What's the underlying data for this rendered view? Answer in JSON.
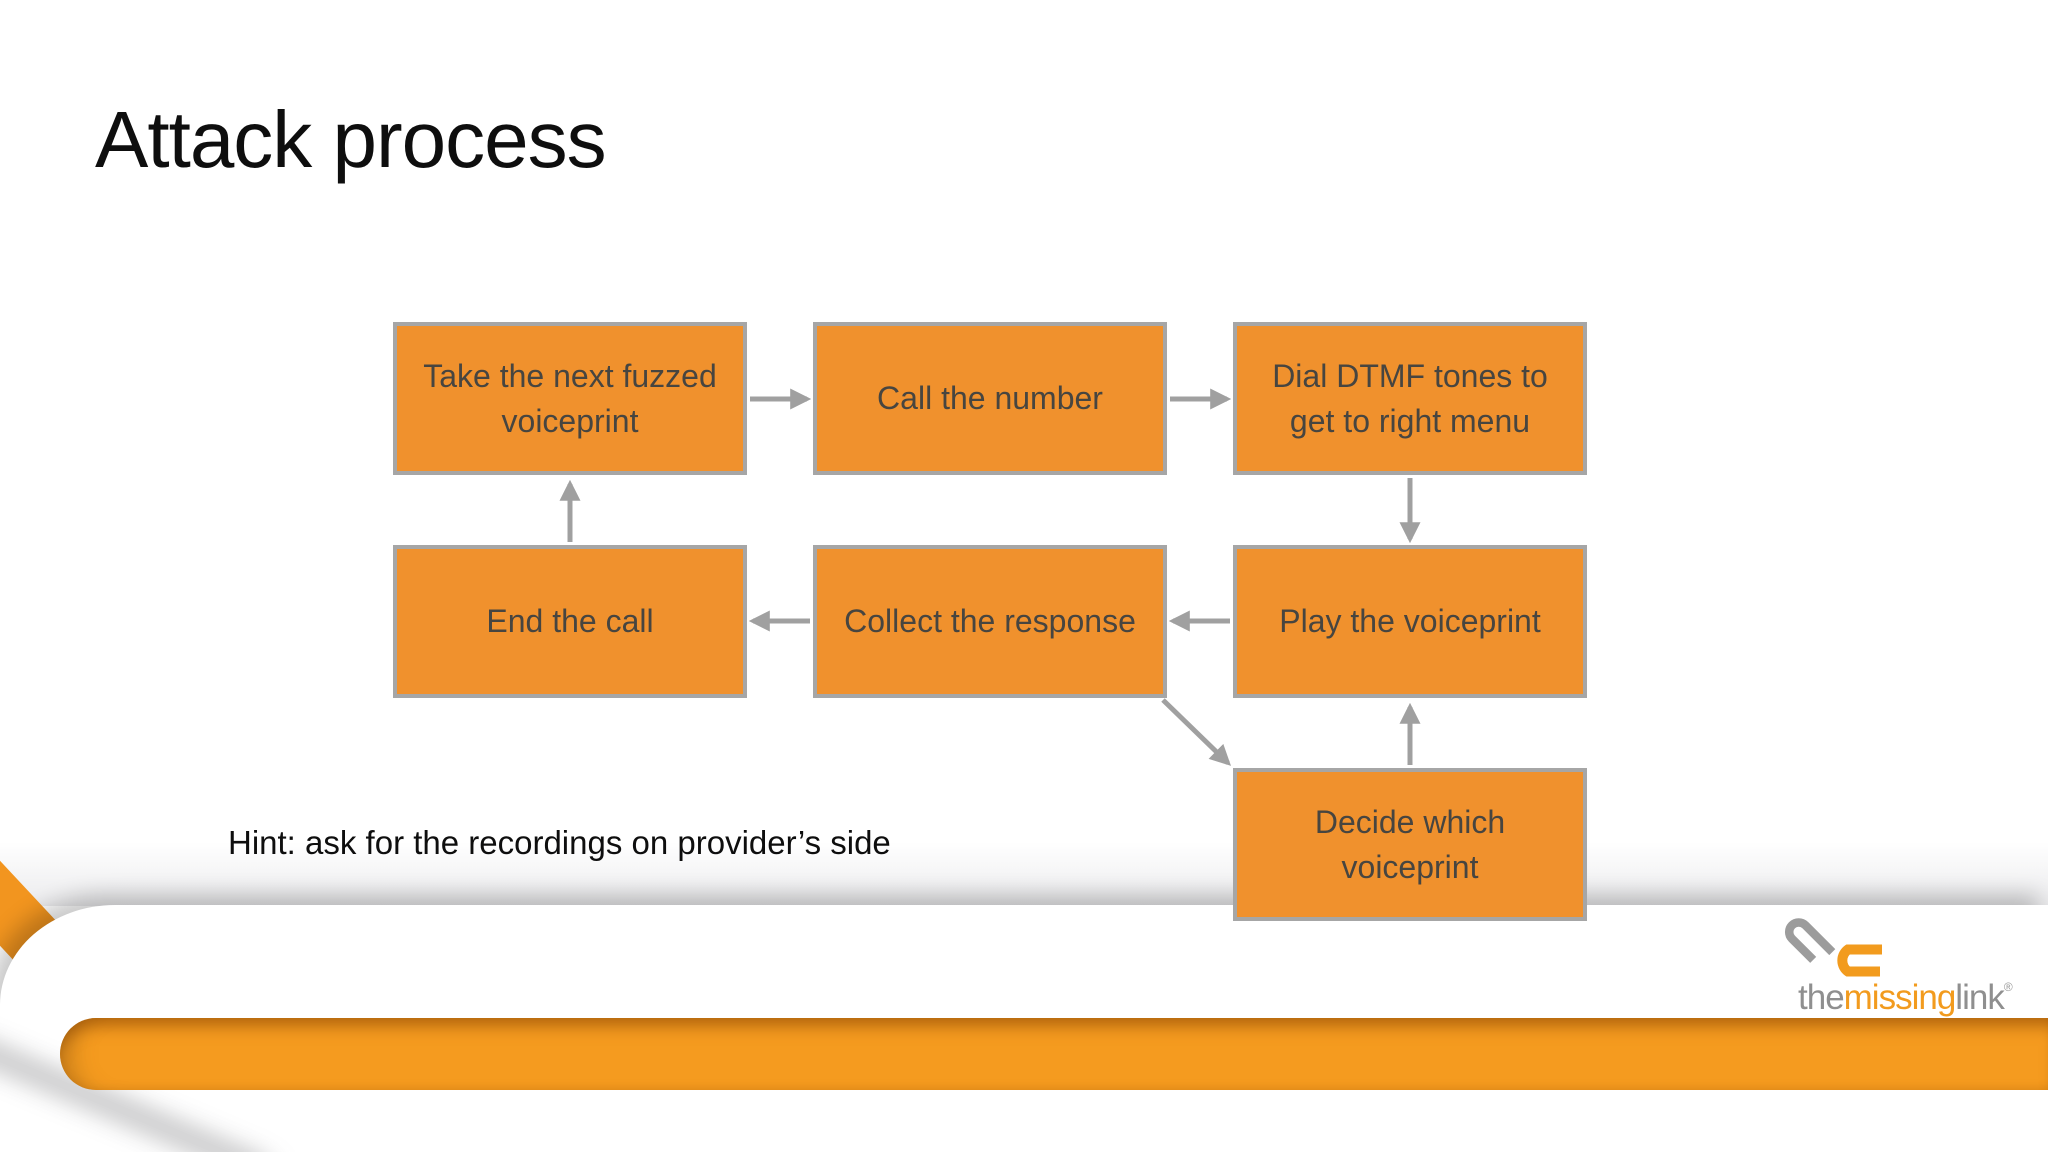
{
  "slide": {
    "title": "Attack process",
    "hint": "Hint: ask for the recordings on provider’s side"
  },
  "flow": {
    "boxes": [
      {
        "id": "take-next-fuzzed-voiceprint",
        "label": "Take the next fuzzed voiceprint"
      },
      {
        "id": "call-the-number",
        "label": "Call the number"
      },
      {
        "id": "dial-dtmf-tones",
        "label": "Dial DTMF tones to get to right menu"
      },
      {
        "id": "end-the-call",
        "label": "End the call"
      },
      {
        "id": "collect-the-response",
        "label": "Collect the response"
      },
      {
        "id": "play-the-voiceprint",
        "label": "Play the voiceprint"
      },
      {
        "id": "decide-which-voiceprint",
        "label": "Decide which voiceprint"
      }
    ],
    "connections": [
      {
        "from": "take-next-fuzzed-voiceprint",
        "to": "call-the-number"
      },
      {
        "from": "call-the-number",
        "to": "dial-dtmf-tones"
      },
      {
        "from": "dial-dtmf-tones",
        "to": "play-the-voiceprint"
      },
      {
        "from": "play-the-voiceprint",
        "to": "collect-the-response"
      },
      {
        "from": "collect-the-response",
        "to": "end-the-call"
      },
      {
        "from": "end-the-call",
        "to": "take-next-fuzzed-voiceprint"
      },
      {
        "from": "collect-the-response",
        "to": "decide-which-voiceprint"
      },
      {
        "from": "decide-which-voiceprint",
        "to": "play-the-voiceprint"
      }
    ]
  },
  "logo": {
    "part_the": "the",
    "part_missing": "missing",
    "part_link": "link",
    "trademark": "®"
  },
  "colors": {
    "box_fill": "#F0912D",
    "box_border": "#A6A6A6",
    "box_text": "#474540",
    "arrow": "#A0A0A0",
    "footer_bar_orange": "#F59B1F",
    "logo_gray": "#8F8F8F",
    "logo_orange": "#F29B1E",
    "title_text": "#0E0E0E"
  }
}
